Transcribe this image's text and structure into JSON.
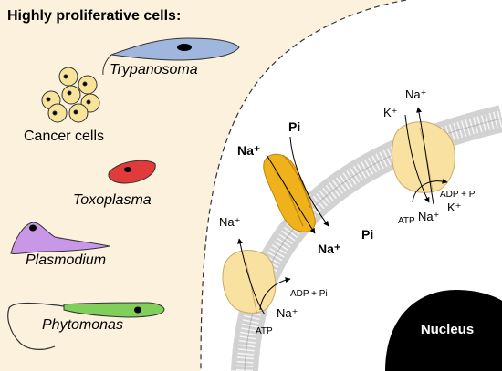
{
  "panel_title": "Highly proliferative cells:",
  "organisms": {
    "trypanosoma": "Trypanosoma",
    "cancer_cells": "Cancer cells",
    "toxoplasma": "Toxoplasma",
    "plasmodium": "Plasmodium",
    "phytomonas": "Phytomonas"
  },
  "transporters": {
    "left_pump": {
      "ion_out": "Na⁺",
      "ion_in": "Na⁺",
      "products": "ADP + Pi",
      "energy": "ATP"
    },
    "cotransporter": {
      "ion_in_top": "Na⁺",
      "substrate_in": "Pi",
      "ion_out": "Na⁺",
      "substrate_out": "Pi"
    },
    "right_pump": {
      "ion_top": "Na⁺",
      "k_top": "K⁺",
      "na_bottom": "Na⁺",
      "k_bottom": "K⁺",
      "products": "ADP + Pi",
      "energy": "ATP"
    }
  },
  "nucleus_label": "Nucleus",
  "colors": {
    "panel_bg": "#fbf1dd",
    "trypanosoma": "#9fb7df",
    "cancer_cells": "#f7e39a",
    "toxoplasma": "#e03a3a",
    "plasmodium": "#c897e8",
    "phytomonas": "#7fcf5a",
    "membrane": "#d2d2d2",
    "cotransporter": "#f0b21a",
    "pump": "#f9e2a1",
    "nucleus": "#000000"
  }
}
